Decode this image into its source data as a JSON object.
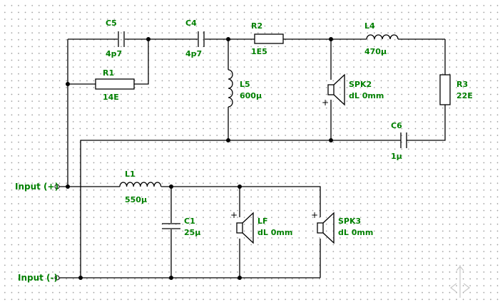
{
  "components": {
    "C5": {
      "name": "C5",
      "value": "4p7"
    },
    "C4": {
      "name": "C4",
      "value": "4p7"
    },
    "R2": {
      "name": "R2",
      "value": "1E5"
    },
    "L4": {
      "name": "L4",
      "value": "470µ"
    },
    "R1": {
      "name": "R1",
      "value": "14E"
    },
    "L5": {
      "name": "L5",
      "value": "600µ"
    },
    "SPK2": {
      "name": "SPK2",
      "value": "dL 0mm"
    },
    "R3": {
      "name": "R3",
      "value": "22E"
    },
    "C6": {
      "name": "C6",
      "value": "1µ"
    },
    "L1": {
      "name": "L1",
      "value": "550µ"
    },
    "C1": {
      "name": "C1",
      "value": "25µ"
    },
    "LF": {
      "name": "LF",
      "value": "dL 0mm"
    },
    "SPK3": {
      "name": "SPK3",
      "value": "dL 0mm"
    }
  },
  "terminals": {
    "input_pos": "Input (+)",
    "input_neg": "Input (-)"
  },
  "polarity_mark": "+",
  "colors": {
    "label": "#008000",
    "wire": "#000000",
    "grid_dot": "#9a9a9a"
  },
  "icons": {
    "nav": "pan-arrows-icon"
  }
}
